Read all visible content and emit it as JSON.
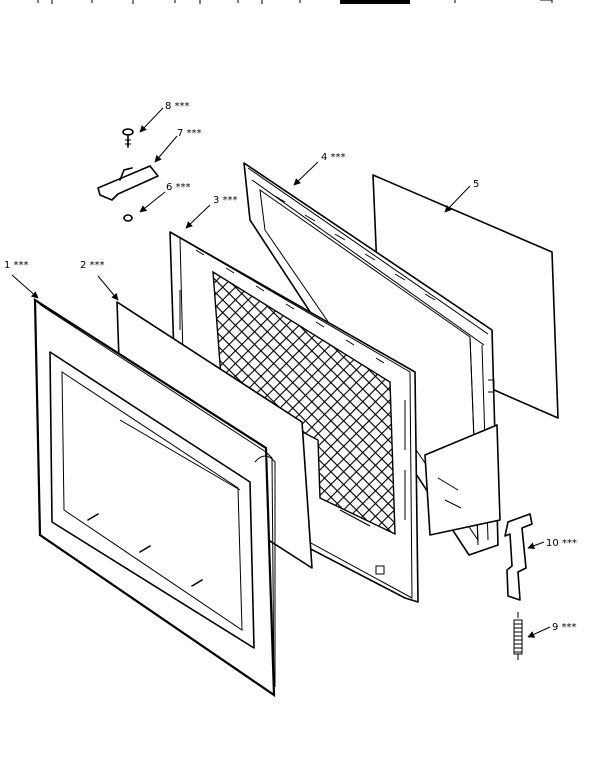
{
  "diagram": {
    "callouts": [
      {
        "id": "1",
        "label": "1 ***"
      },
      {
        "id": "2",
        "label": "2 ***"
      },
      {
        "id": "3",
        "label": "3 ***"
      },
      {
        "id": "4",
        "label": "4 ***"
      },
      {
        "id": "5",
        "label": "5"
      },
      {
        "id": "6",
        "label": "6 ***"
      },
      {
        "id": "7",
        "label": "7 ***"
      },
      {
        "id": "8",
        "label": "8 ***"
      },
      {
        "id": "9",
        "label": "9 ***"
      },
      {
        "id": "10",
        "label": "10 ***"
      }
    ]
  }
}
